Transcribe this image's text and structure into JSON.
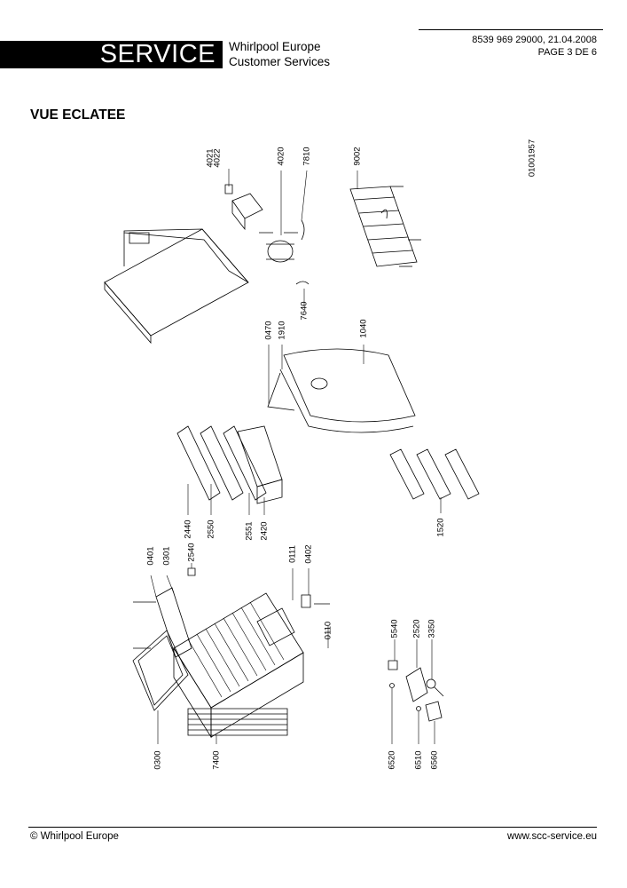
{
  "header": {
    "service_label": "SERVICE",
    "company_line1": "Whirlpool Europe",
    "company_line2": "Customer Services",
    "doc_line1": "8539 969 29000, 21.04.2008",
    "doc_line2": "PAGE 3 DE 6"
  },
  "title": "VUE ECLATEE",
  "drawing_number": "01001957",
  "parts": {
    "p4021": "4021",
    "p4022": "4022",
    "p4020": "4020",
    "p7810": "7810",
    "p9002": "9002",
    "p7640": "7640",
    "p0470": "0470",
    "p1910": "1910",
    "p1040": "1040",
    "p2440": "2440",
    "p2550": "2550",
    "p2551": "2551",
    "p2420": "2420",
    "p1520": "1520",
    "p0401": "0401",
    "p0301": "0301",
    "p2540": "2540",
    "p0111": "0111",
    "p0402": "0402",
    "p0110": "0110",
    "p5540": "5540",
    "p2520": "2520",
    "p3350": "3350",
    "p0300": "0300",
    "p7400": "7400",
    "p6520": "6520",
    "p6510": "6510",
    "p6560": "6560"
  },
  "footer": {
    "copyright": "© Whirlpool Europe",
    "website": "www.scc-service.eu"
  }
}
